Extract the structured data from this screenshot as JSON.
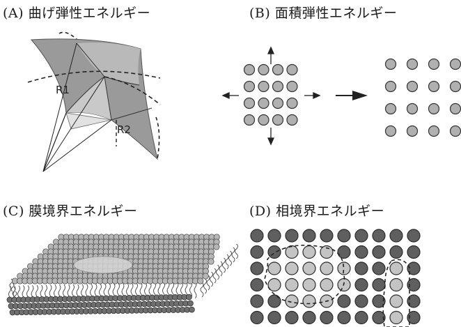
{
  "panels": {
    "a": {
      "label": "(A) 曲げ弾性エネルギー",
      "r1": "R1",
      "r2": "R2"
    },
    "b": {
      "label": "(B) 面積弾性エネルギー",
      "rows_before": 4,
      "cols_before": 4,
      "rows_after": 4,
      "cols_after": 4
    },
    "c": {
      "label": "(C) 膜境界エネルギー"
    },
    "d": {
      "label": "(D) 相境界エネルギー",
      "grid": [
        "DDDDDDDDDD",
        "DDLLLDDDDD",
        "DLLLLLDDLD",
        "DLLLLLDDLD",
        "DDLLLDDDLD",
        "DDDDDDDDLD"
      ]
    }
  },
  "colors": {
    "surface_dark": "#8a8a8a",
    "surface_light": "#c8c8c8",
    "lipid_head": "#b3b3b3",
    "lipid_dark": "#6e6e6e",
    "line": "#222222"
  }
}
